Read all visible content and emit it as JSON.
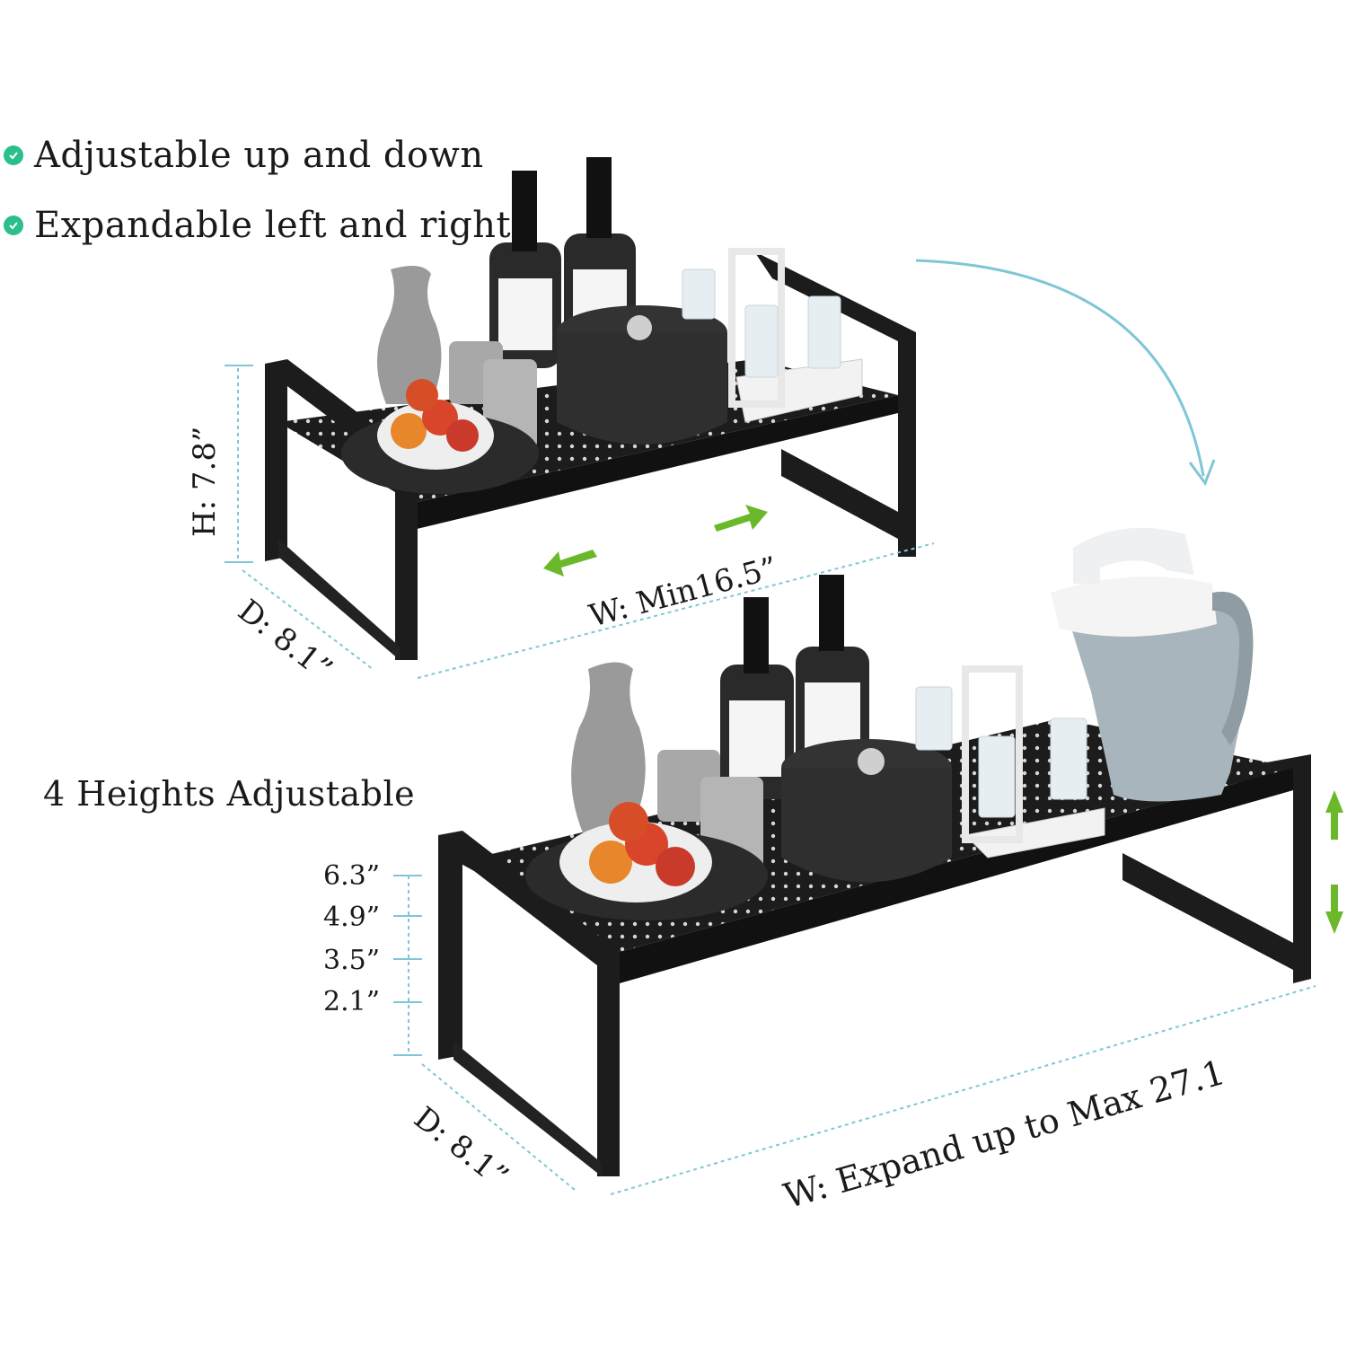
{
  "features": [
    {
      "label": "Adjustable up and down",
      "icon": "check-circle-icon"
    },
    {
      "label": "Expandable left and right",
      "icon": "check-circle-icon"
    }
  ],
  "heights_title": "4 Heights Adjustable",
  "height_options": [
    "6.3”",
    "4.9”",
    "3.5”",
    "2.1”"
  ],
  "top_shelf": {
    "height": "H: 7.8”",
    "depth": "D: 8.1”",
    "width": "W: Min16.5”"
  },
  "bottom_shelf": {
    "depth": "D: 8.1”",
    "width": "W: Expand up to Max 27.1"
  },
  "colors": {
    "accent_green": "#6bb82a",
    "check_green": "#2bbf8a",
    "dim_line": "#7fc6d6",
    "shelf": "#1c1c1c"
  }
}
